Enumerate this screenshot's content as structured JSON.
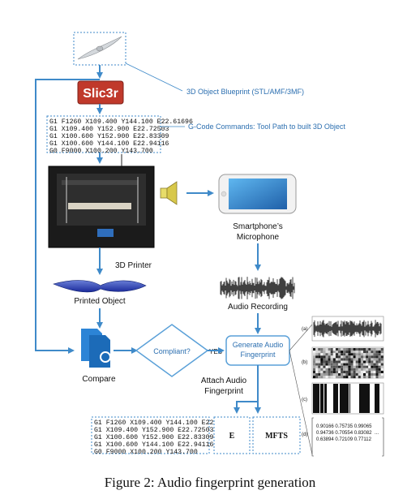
{
  "diagram": {
    "slicer_label": "Slic3r",
    "blueprint_label": "3D Object Blueprint (STL/AMF/3MF)",
    "gcode_label": "G-Code Commands: Tool Path to built 3D Object",
    "gcode_lines": [
      "G1 F1260 X109.400 Y144.100 E22.61696",
      "G1 X109.400 Y152.900 E22.72503",
      "G1 X100.600 Y152.900 E22.83309",
      "G1 X100.600 Y144.100 E22.94116",
      "G0 F9000 X100.200 Y143.700"
    ],
    "printer_label": "3D Printer",
    "printed_object_label": "Printed Object",
    "smartphone_label_line1": "Smartphone’s",
    "smartphone_label_line2": "Microphone",
    "audio_recording_label": "Audio Recording",
    "compare_label": "Compare",
    "compliant_label": "Compliant?",
    "yes_label": "YES",
    "generate_label_line1": "Generate Audio",
    "generate_label_line2": "Fingerprint",
    "attach_label_line1": "Attach Audio",
    "attach_label_line2": "Fingerprint",
    "e_label": "E",
    "mfts_label": "MFTS",
    "panel_labels": [
      "(a)",
      "(b)",
      "(c)",
      "(d)"
    ],
    "matrix_rows": [
      "0.90166  0.75735  0.99065",
      "0.94736  0.70554  0.83082",
      "0.63894  0.72109  0.77112"
    ],
    "matrix_dots": "...",
    "caption": "Figure 2: Audio fingerprint generation",
    "colors": {
      "arrow_blue": "#3f8ac9",
      "label_blue": "#2c6fb0",
      "slicer_red": "#c0392b",
      "diamond_blue": "#5aa0d8"
    }
  }
}
